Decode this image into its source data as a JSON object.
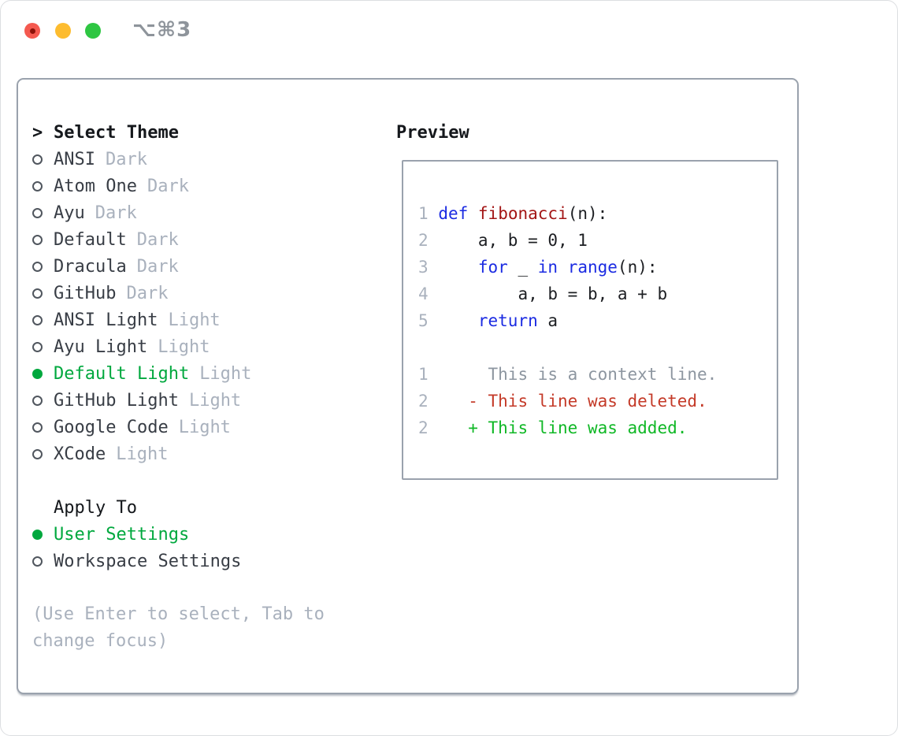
{
  "window": {
    "shortcut_label": "⌥⌘3"
  },
  "colors": {
    "traffic_close": "#f4594f",
    "traffic_close_dot": "#8c1209",
    "traffic_minimize": "#fdbc2f",
    "traffic_zoom": "#2ec642",
    "titlebar_gray": "#8e949b",
    "border_gray": "#9aa2ad",
    "heading_black": "#15181c",
    "text_dark": "#383d45",
    "muted_gray": "#a9b1bd",
    "radio_outline": "#50565e",
    "accent_green": "#00a83e",
    "keyword_blue": "#1b2be2",
    "function_red": "#a31515",
    "code_black": "#1c1e22",
    "context_gray": "#8d96a0",
    "deleted_red": "#c43a28",
    "added_green": "#10b826"
  },
  "theme_panel": {
    "prompt_marker": ">",
    "title": "Select Theme",
    "items": [
      {
        "name": "ANSI",
        "variant": "Dark",
        "selected": false
      },
      {
        "name": "Atom One",
        "variant": "Dark",
        "selected": false
      },
      {
        "name": "Ayu",
        "variant": "Dark",
        "selected": false
      },
      {
        "name": "Default",
        "variant": "Dark",
        "selected": false
      },
      {
        "name": "Dracula",
        "variant": "Dark",
        "selected": false
      },
      {
        "name": "GitHub",
        "variant": "Dark",
        "selected": false
      },
      {
        "name": "ANSI Light",
        "variant": "Light",
        "selected": false
      },
      {
        "name": "Ayu Light",
        "variant": "Light",
        "selected": false
      },
      {
        "name": "Default Light",
        "variant": "Light",
        "selected": true
      },
      {
        "name": "GitHub Light",
        "variant": "Light",
        "selected": false
      },
      {
        "name": "Google Code",
        "variant": "Light",
        "selected": false
      },
      {
        "name": "XCode",
        "variant": "Light",
        "selected": false
      }
    ]
  },
  "apply_to": {
    "title": "Apply To",
    "options": [
      {
        "name": "User Settings",
        "selected": true
      },
      {
        "name": "Workspace Settings",
        "selected": false
      }
    ]
  },
  "hint": "(Use Enter to select, Tab to change focus)",
  "preview": {
    "title": "Preview",
    "lines": [
      {
        "num": "1",
        "kind": "code",
        "segments": [
          {
            "t": " ",
            "s": "plain"
          },
          {
            "t": "def",
            "s": "kw"
          },
          {
            "t": " ",
            "s": "plain"
          },
          {
            "t": "fibonacci",
            "s": "fn"
          },
          {
            "t": "(n):",
            "s": "plain"
          }
        ]
      },
      {
        "num": "2",
        "kind": "code",
        "segments": [
          {
            "t": "     a, b = 0, 1",
            "s": "plain"
          }
        ]
      },
      {
        "num": "3",
        "kind": "code",
        "segments": [
          {
            "t": "     ",
            "s": "plain"
          },
          {
            "t": "for",
            "s": "kw"
          },
          {
            "t": " _ ",
            "s": "plain"
          },
          {
            "t": "in",
            "s": "kw"
          },
          {
            "t": " ",
            "s": "plain"
          },
          {
            "t": "range",
            "s": "kw"
          },
          {
            "t": "(n):",
            "s": "plain"
          }
        ]
      },
      {
        "num": "4",
        "kind": "code",
        "segments": [
          {
            "t": "         a, b = b, a + b",
            "s": "plain"
          }
        ]
      },
      {
        "num": "5",
        "kind": "code",
        "segments": [
          {
            "t": "     ",
            "s": "plain"
          },
          {
            "t": "return",
            "s": "kw"
          },
          {
            "t": " a",
            "s": "plain"
          }
        ]
      },
      {
        "num": "",
        "kind": "blank",
        "segments": []
      },
      {
        "num": "1",
        "kind": "context",
        "segments": [
          {
            "t": "      This is a context line.",
            "s": "ctx"
          }
        ]
      },
      {
        "num": "2",
        "kind": "deleted",
        "segments": [
          {
            "t": "    - This line was deleted.",
            "s": "del"
          }
        ]
      },
      {
        "num": "2",
        "kind": "added",
        "segments": [
          {
            "t": "    + This line was added.",
            "s": "add"
          }
        ]
      }
    ]
  }
}
